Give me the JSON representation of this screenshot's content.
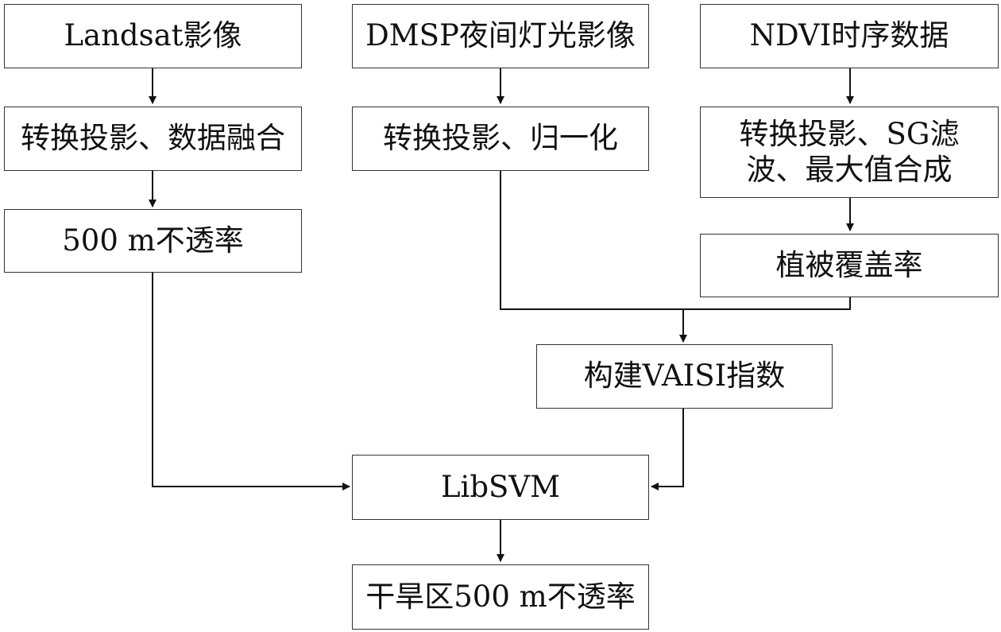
{
  "diagram": {
    "nodes": {
      "landsat": "Landsat影像",
      "dmsp": "DMSP夜间灯光影像",
      "ndvi": "NDVI时序数据",
      "proj_fusion": "转换投影、数据融合",
      "proj_norm": "转换投影、归一化",
      "proj_sg_line1": "转换投影、SG滤",
      "proj_sg_line2": "波、最大值合成",
      "imperv500": "500 m不透率",
      "veg_cover": "植被覆盖率",
      "vaisi": "构建VAISI指数",
      "libsvm": "LibSVM",
      "result": "干旱区500 m不透率"
    },
    "colors": {
      "line": "#111111",
      "border": "#333333",
      "background": "#ffffff"
    }
  }
}
